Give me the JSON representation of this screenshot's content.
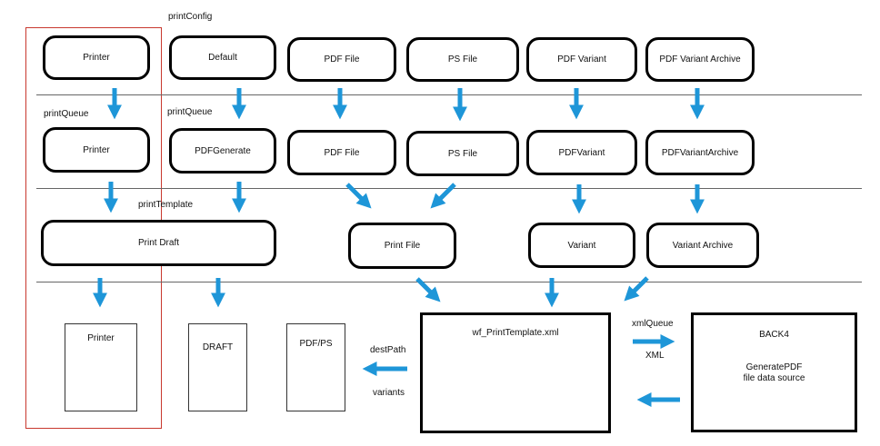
{
  "labels": {
    "print_config": "printConfig",
    "print_queue_1": "printQueue",
    "print_queue_2": "printQueue",
    "print_template": "printTemplate",
    "dest_path": "destPath",
    "variants": "variants",
    "xml_queue": "xmlQueue",
    "xml": "XML"
  },
  "config_row": [
    "Printer",
    "Default",
    "PDF File",
    "PS File",
    "PDF Variant",
    "PDF Variant Archive"
  ],
  "queue_row": [
    "Printer",
    "PDFGenerate",
    "PDF File",
    "PS File",
    "PDFVariant",
    "PDFVariantArchive"
  ],
  "template_row": [
    "Print Draft",
    "Print File",
    "Variant",
    "Variant Archive"
  ],
  "outputs": [
    "Printer",
    "DRAFT",
    "PDF/PS"
  ],
  "template_xml": "wf_PrintTemplate.xml",
  "back4": {
    "title": "BACK4",
    "line1": "GeneratePDF",
    "line2": "file data source"
  },
  "colors": {
    "arrow": "#1e96d8",
    "box_border": "#000000",
    "frame_highlight": "#c8382e",
    "separator": "#666666"
  }
}
